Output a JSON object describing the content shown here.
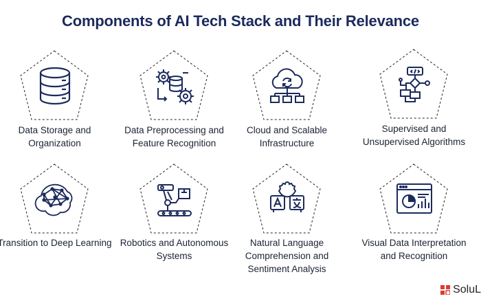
{
  "title": "Components of AI Tech Stack and Their Relevance",
  "items": [
    {
      "label": "Data Storage and Organization",
      "icon": "database-icon"
    },
    {
      "label": "Data Preprocessing and Feature Recognition",
      "icon": "gears-database-icon"
    },
    {
      "label": "Cloud and Scalable Infrastructure",
      "icon": "cloud-network-icon"
    },
    {
      "label": "Supervised and Unsupervised Algorithms",
      "icon": "flowchart-code-icon"
    },
    {
      "label": "Transition to Deep Learning",
      "icon": "neural-network-icon"
    },
    {
      "label": "Robotics and Autonomous Systems",
      "icon": "robot-arm-icon"
    },
    {
      "label": "Natural Language Comprehension and Sentiment Analysis",
      "icon": "translation-icon"
    },
    {
      "label": "Visual Data Interpretation and Recognition",
      "icon": "dashboard-chart-icon"
    }
  ],
  "brand": {
    "text": "SoluL",
    "color": "#e03a2f"
  },
  "colors": {
    "title": "#1b2a5c",
    "icon_stroke": "#1b2a5c",
    "pentagon": "#222222"
  }
}
